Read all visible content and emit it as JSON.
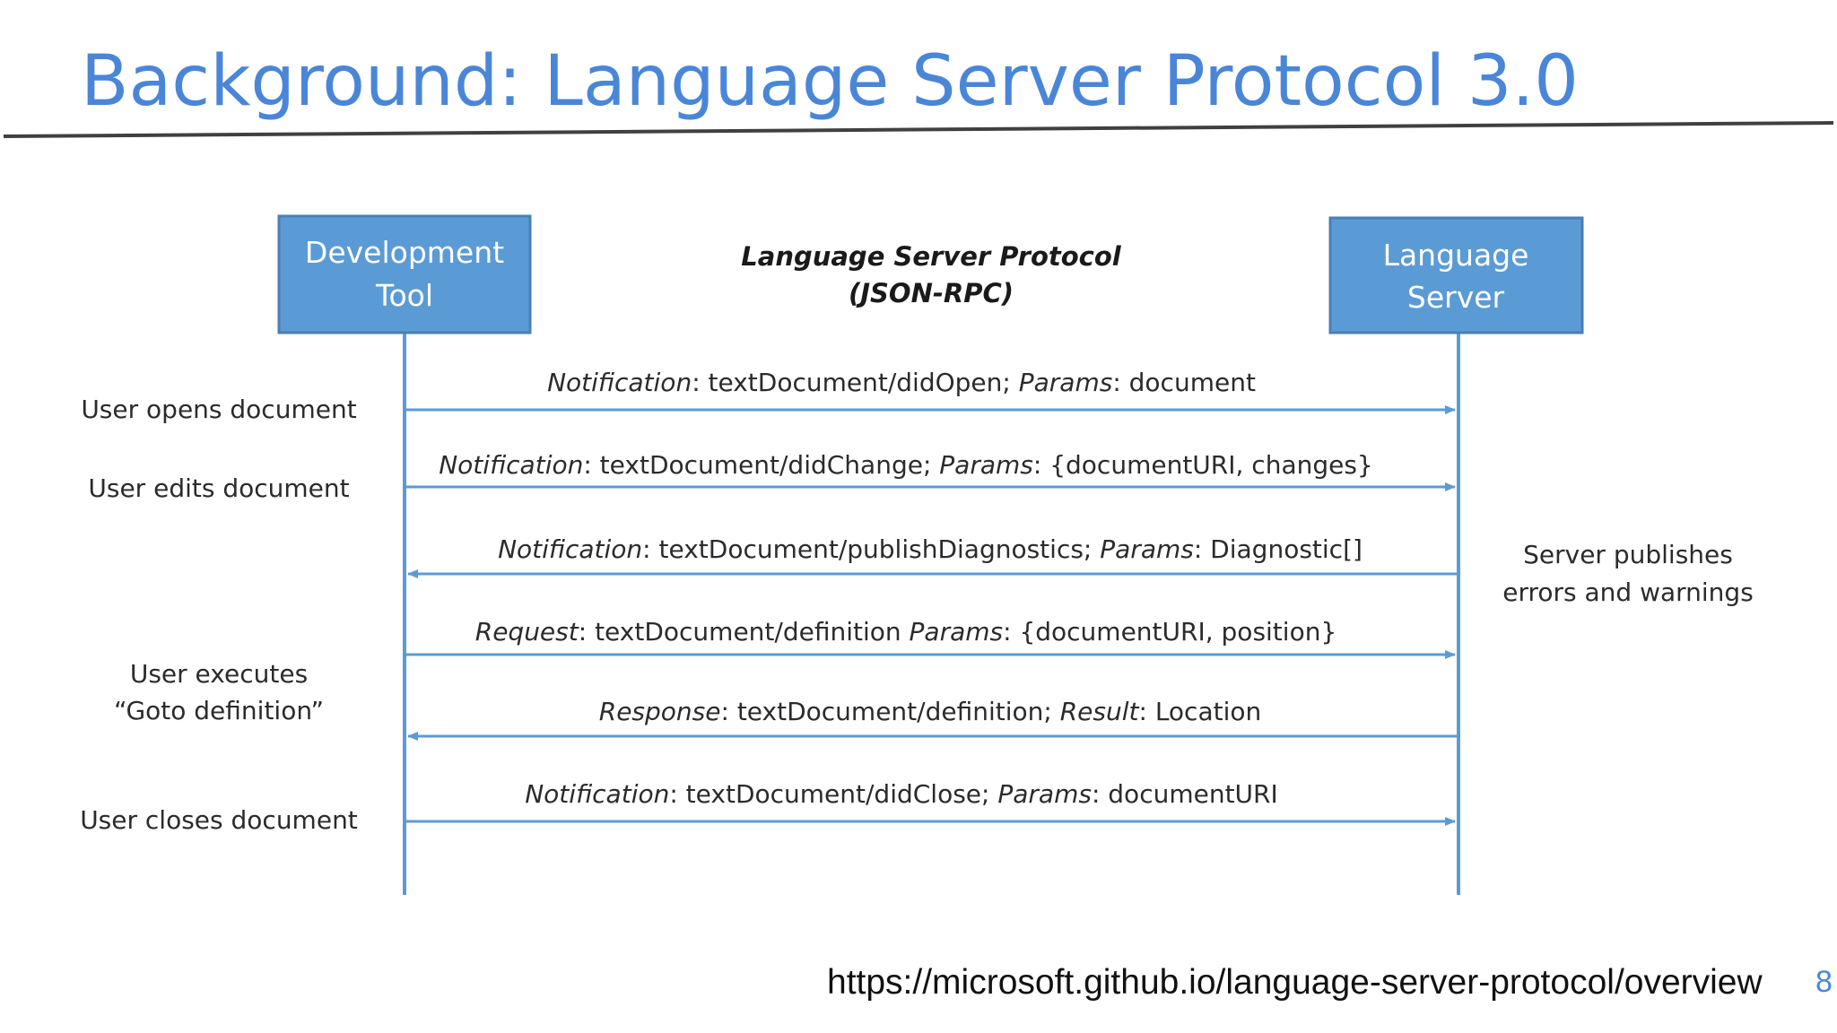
{
  "slide": {
    "title": "Background: Language Server Protocol 3.0",
    "source_link": "https://microsoft.github.io/language-server-protocol/overview",
    "page_number": "8"
  },
  "colors": {
    "title": "#4a86d8",
    "box_fill": "#5b9bd5",
    "box_border": "#4a7fb5",
    "lifeline": "#5b9bd5",
    "rule": "#404040"
  },
  "diagram": {
    "left_box": {
      "line1": "Development",
      "line2": "Tool"
    },
    "right_box": {
      "line1": "Language",
      "line2": "Server"
    },
    "protocol": {
      "line1": "Language Server Protocol",
      "line2": "(JSON-RPC)"
    },
    "messages": [
      {
        "kind": "Notification",
        "sep1": ": textDocument/didOpen; ",
        "pkey": "Params",
        "sep2": ": document"
      },
      {
        "kind": "Notification",
        "sep1": ": textDocument/didChange; ",
        "pkey": "Params",
        "sep2": ": {documentURI, changes}"
      },
      {
        "kind": "Notification",
        "sep1": ": textDocument/publishDiagnostics; ",
        "pkey": "Params",
        "sep2": ": Diagnostic[]"
      },
      {
        "kind": "Request",
        "sep1": ": textDocument/definition ",
        "pkey": "Params",
        "sep2": ": {documentURI, position}"
      },
      {
        "kind": "Response",
        "sep1": ": textDocument/definition; ",
        "pkey": "Result",
        "sep2": ": Location"
      },
      {
        "kind": "Notification",
        "sep1": ": textDocument/didClose; ",
        "pkey": "Params",
        "sep2": ": documentURI"
      }
    ],
    "user_labels": {
      "opens": "User opens document",
      "edits": "User edits document",
      "executes_1": "User executes",
      "executes_2": "“Goto definition”",
      "closes": "User closes document"
    },
    "server_label": {
      "line1": "Server publishes",
      "line2": "errors and warnings"
    }
  }
}
